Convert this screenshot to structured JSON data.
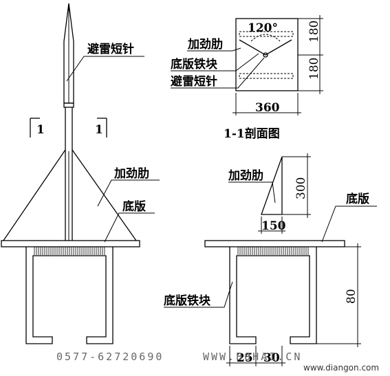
{
  "labels": {
    "lightning_needle": "避雷短针",
    "stiffener": "加劲肋",
    "base_plate_block": "底版铁块",
    "base_plate": "底版",
    "section_title": "1-1剖面图",
    "section_mark": "1"
  },
  "dimensions": {
    "angle": "120°",
    "top_180": "180",
    "bottom_180": "180",
    "width_360": "360",
    "rib_height": "300",
    "rib_width": "150",
    "channel_height": "80",
    "flange_25": "25",
    "web_30": "30"
  },
  "watermark": {
    "phone": "0577-62720690",
    "site": "WWW.BOHAI.CN",
    "url": "www.diangon.com"
  }
}
